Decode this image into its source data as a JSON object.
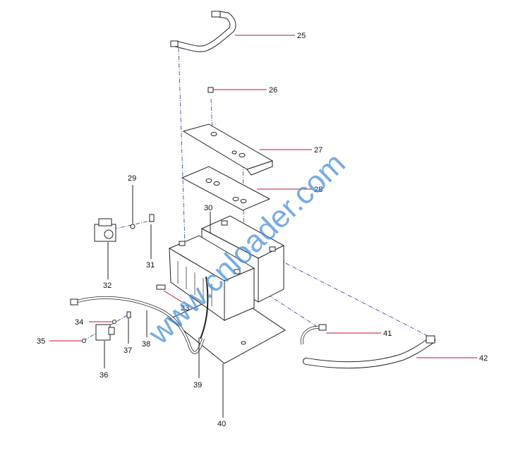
{
  "diagram": {
    "watermark": "www.cnloader.com",
    "callouts": [
      {
        "id": "25",
        "label": "25"
      },
      {
        "id": "26",
        "label": "26"
      },
      {
        "id": "27",
        "label": "27"
      },
      {
        "id": "28",
        "label": "28"
      },
      {
        "id": "29",
        "label": "29"
      },
      {
        "id": "30",
        "label": "30"
      },
      {
        "id": "31",
        "label": "31"
      },
      {
        "id": "32",
        "label": "32"
      },
      {
        "id": "33",
        "label": "33"
      },
      {
        "id": "34",
        "label": "34"
      },
      {
        "id": "35",
        "label": "35"
      },
      {
        "id": "36",
        "label": "36"
      },
      {
        "id": "37",
        "label": "37"
      },
      {
        "id": "38",
        "label": "38"
      },
      {
        "id": "39",
        "label": "39"
      },
      {
        "id": "40",
        "label": "40"
      },
      {
        "id": "41",
        "label": "41"
      },
      {
        "id": "42",
        "label": "42"
      }
    ]
  }
}
